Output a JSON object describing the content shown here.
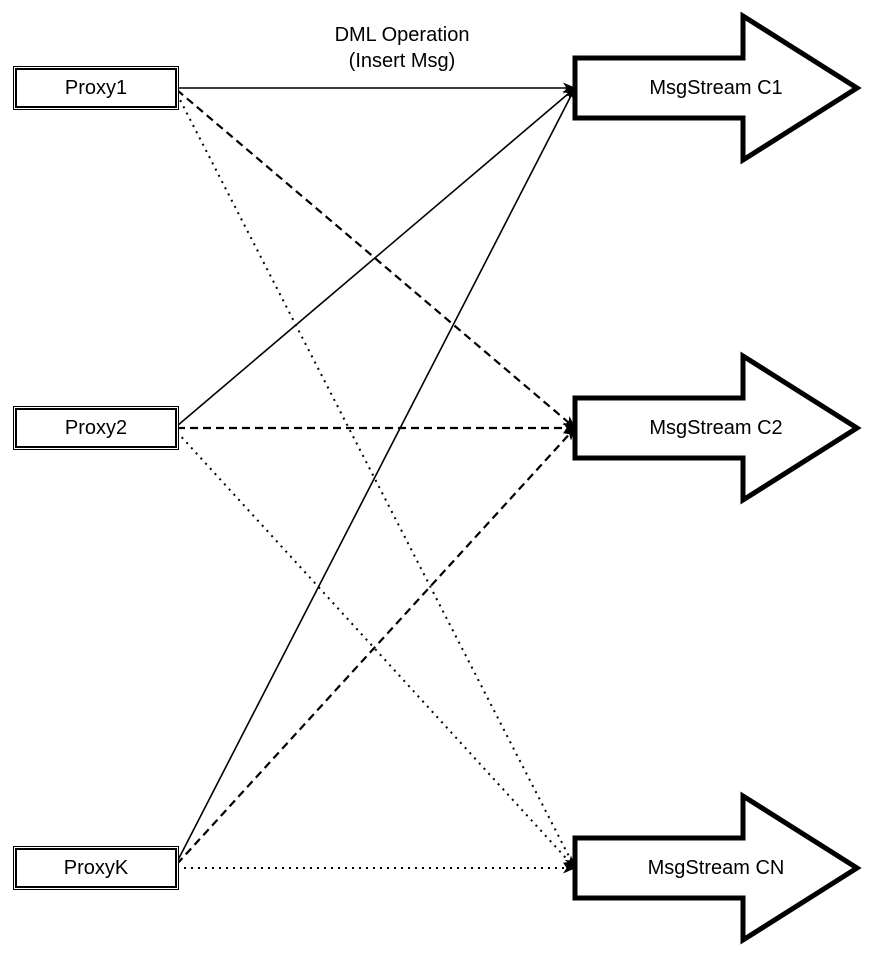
{
  "diagram": {
    "title_line1": "DML Operation",
    "title_line2": "(Insert Msg)",
    "proxies": [
      {
        "label": "Proxy1"
      },
      {
        "label": "Proxy2"
      },
      {
        "label": "ProxyK"
      }
    ],
    "streams": [
      {
        "label": "MsgStream C1"
      },
      {
        "label": "MsgStream C2"
      },
      {
        "label": "MsgStream CN"
      }
    ],
    "edges": [
      {
        "from": "Proxy1",
        "to": "MsgStream C1",
        "style": "solid"
      },
      {
        "from": "Proxy1",
        "to": "MsgStream C2",
        "style": "dashed"
      },
      {
        "from": "Proxy1",
        "to": "MsgStream CN",
        "style": "dotted"
      },
      {
        "from": "Proxy2",
        "to": "MsgStream C1",
        "style": "solid"
      },
      {
        "from": "Proxy2",
        "to": "MsgStream C2",
        "style": "dashed"
      },
      {
        "from": "Proxy2",
        "to": "MsgStream CN",
        "style": "dotted"
      },
      {
        "from": "ProxyK",
        "to": "MsgStream C1",
        "style": "solid"
      },
      {
        "from": "ProxyK",
        "to": "MsgStream C2",
        "style": "dashed"
      },
      {
        "from": "ProxyK",
        "to": "MsgStream CN",
        "style": "dotted"
      }
    ],
    "line_style_legend": {
      "solid": "to MsgStream C1",
      "dashed": "to MsgStream C2",
      "dotted": "to MsgStream CN"
    },
    "colors": {
      "stroke": "#000000",
      "fill": "#ffffff",
      "background": "#ffffff"
    }
  }
}
